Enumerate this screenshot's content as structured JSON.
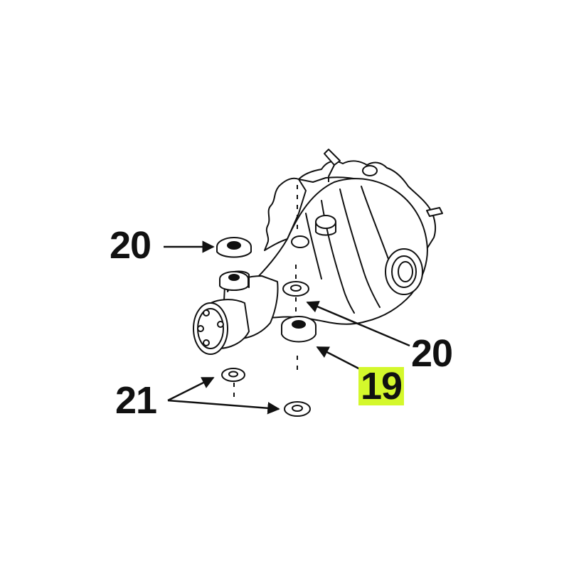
{
  "diagram": {
    "callouts": {
      "c20_left": "20",
      "c20_right": "20",
      "c19": "19",
      "c21": "21"
    },
    "highlight_color": "#d4f82c"
  }
}
